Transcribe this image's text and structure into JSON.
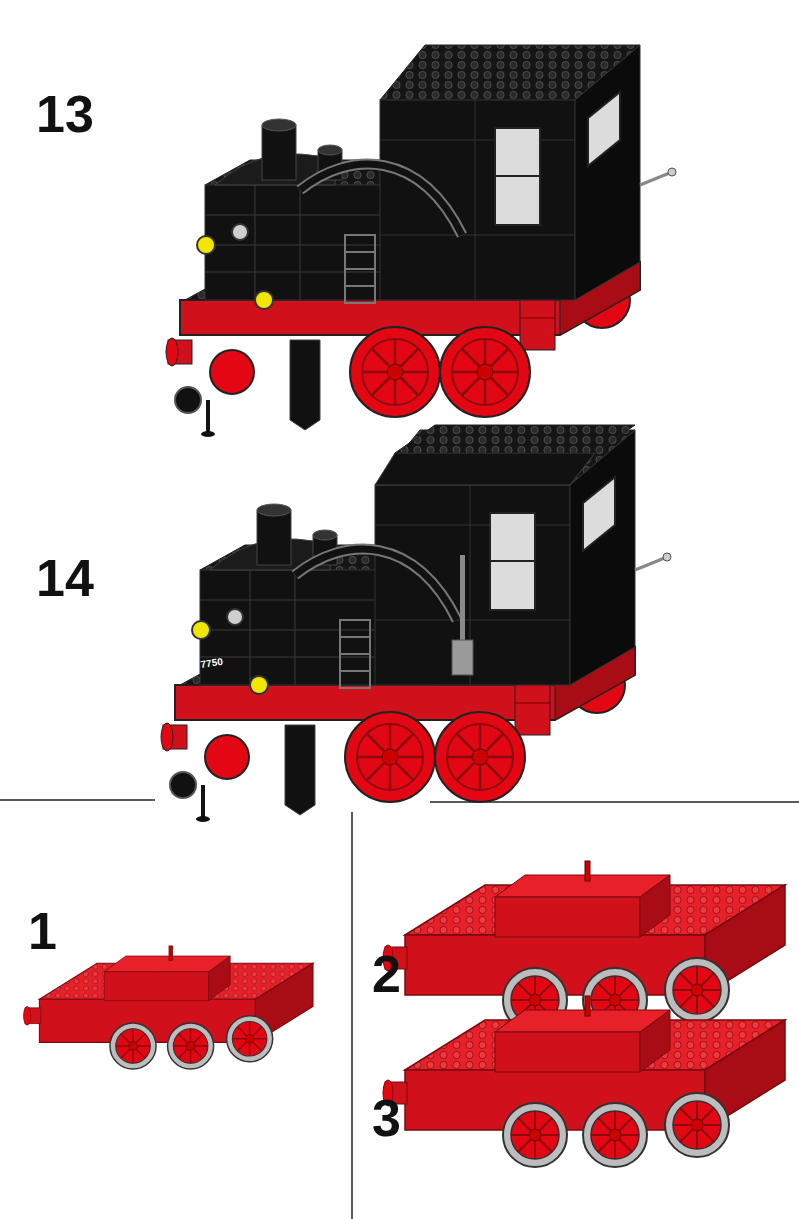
{
  "diagram": {
    "labels": [
      "13",
      "14",
      "7750",
      "1",
      "2",
      "3"
    ]
  }
}
